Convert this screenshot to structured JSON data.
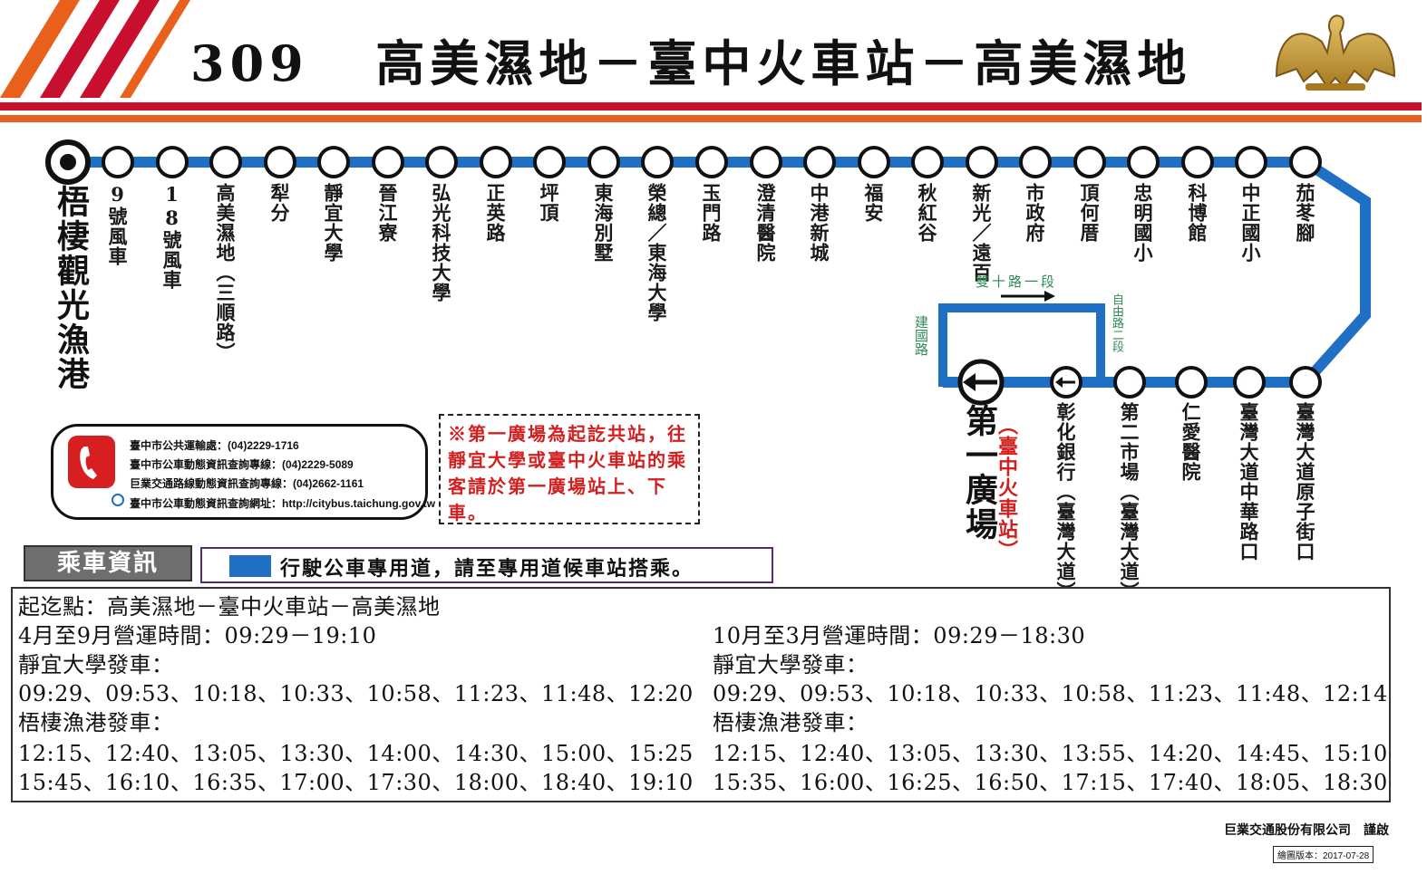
{
  "header": {
    "route_number": "309",
    "route_name": "高美濕地－臺中火車站－高美濕地",
    "logo_icon": "eagle-logo-icon",
    "colors": {
      "red": "#c8102e",
      "orange": "#e8601c",
      "route_line": "#1f6fc5"
    }
  },
  "map": {
    "top_stops": [
      "9號風車",
      "18號風車",
      "高美濕地（三順路）",
      "犁分",
      "靜宜大學",
      "晉江寮",
      "弘光科技大學",
      "正英路",
      "坪頂",
      "東海別墅",
      "榮總／東海大學",
      "玉門路",
      "澄清醫院",
      "中港新城",
      "福安",
      "秋紅谷",
      "新光／遠百",
      "市政府",
      "頂何厝",
      "忠明國小",
      "科博館",
      "中正國小",
      "茄苳腳"
    ],
    "terminal_start": "梧棲觀光漁港",
    "terminal_plaza": "第一廣場",
    "terminal_plaza_note": "（臺中火車站）",
    "bottom_stops": [
      "彰化銀行（臺灣大道）",
      "第二市場（臺灣大道）",
      "仁愛醫院",
      "臺灣大道中華路口",
      "臺灣大道原子街口"
    ],
    "roads": {
      "shuangshi": "雙十路一段",
      "jianguo": "建國路",
      "ziyou": "自由路二段"
    }
  },
  "contact": {
    "phone_icon": "phone-icon",
    "web_icon": "globe-icon",
    "lines": [
      "臺中市公共運輸處：(04)2229-1716",
      "臺中市公車動態資訊查詢專線：(04)2229-5089",
      "巨業交通路線動態資訊查詢專線：(04)2662-1161",
      "臺中市公車動態資訊查詢網址：http://citybus.taichung.gov.tw"
    ]
  },
  "note": "※第一廣場為起訖共站，往靜宜大學或臺中火車站的乘客請於第一廣場站上、下車。",
  "info": {
    "tag": "乘車資訊",
    "busway_text": "行駛公車專用道，請至專用道候車站搭乘。"
  },
  "schedule": {
    "endpoints": "起迄點：高美濕地－臺中火車站－高美濕地",
    "summer": {
      "hours": "4月至9月營運時間：09:29－19:10",
      "jingyi_label": "靜宜大學發車：",
      "jingyi_times": "09:29、09:53、10:18、10:33、10:58、11:23、11:48、12:20",
      "wuqi_label": "梧棲漁港發車：",
      "wuqi_times_1": "12:15、12:40、13:05、13:30、14:00、14:30、15:00、15:25",
      "wuqi_times_2": "15:45、16:10、16:35、17:00、17:30、18:00、18:40、19:10"
    },
    "winter": {
      "hours": "10月至3月營運時間：09:29－18:30",
      "jingyi_label": "靜宜大學發車：",
      "jingyi_times": "09:29、09:53、10:18、10:33、10:58、11:23、11:48、12:14",
      "wuqi_label": "梧棲漁港發車：",
      "wuqi_times_1": "12:15、12:40、13:05、13:30、13:55、14:20、14:45、15:10",
      "wuqi_times_2": "15:35、16:00、16:25、16:50、17:15、17:40、18:05、18:30"
    }
  },
  "footer": {
    "company": "巨業交通股份有限公司　謹啟",
    "version": "繪圖版本：2017-07-28"
  }
}
